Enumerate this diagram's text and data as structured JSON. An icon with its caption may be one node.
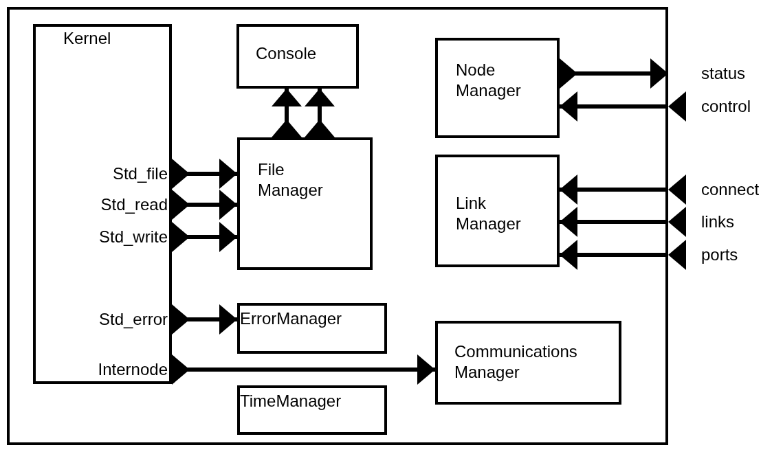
{
  "diagram": {
    "nodes": [
      {
        "text": [],
        "shape": "box",
        "beside": [
          "status",
          "control",
          "connect",
          "links",
          "ports"
        ]
      },
      {
        "text": [
          "Kernel",
          "Std_file",
          "Std_read",
          "Std_write",
          "Std_error",
          "Internode"
        ],
        "in": 0
      },
      {
        "text": [
          "Console"
        ],
        "in": 0
      },
      {
        "text": [
          "Node Manager"
        ],
        "in": 0
      },
      {
        "text": [
          "File Manager"
        ],
        "in": 0
      },
      {
        "text": [
          "Link Manager"
        ],
        "in": 0
      },
      {
        "text": [
          "ErrorManager"
        ],
        "in": 0
      },
      {
        "text": [
          "Communications Manager"
        ],
        "in": 0
      },
      {
        "text": [
          "TimeManager"
        ],
        "in": 0
      }
    ],
    "edges": [
      {
        "from": 1,
        "to": 4,
        "arrow": "to"
      },
      {
        "from": 1,
        "to": 4,
        "arrow": "to"
      },
      {
        "from": 1,
        "to": 4,
        "arrow": "to"
      },
      {
        "from": 4,
        "to": 2,
        "arrow": "to"
      },
      {
        "from": 4,
        "to": 2,
        "arrow": "to"
      },
      {
        "from": 3,
        "to": 0,
        "arrow": "to"
      },
      {
        "from": 0,
        "to": 3,
        "arrow": "to"
      },
      {
        "from": 0,
        "to": 5,
        "arrow": "to"
      },
      {
        "from": 0,
        "to": 5,
        "arrow": "to"
      },
      {
        "from": 0,
        "to": 5,
        "arrow": "to"
      },
      {
        "from": 1,
        "to": 6,
        "arrow": "to"
      },
      {
        "from": 1,
        "to": 7,
        "arrow": "to"
      }
    ]
  }
}
